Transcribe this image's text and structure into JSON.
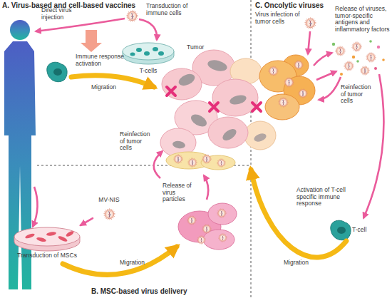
{
  "diagram": {
    "nodes": [
      {
        "text": [
          "T-cells"
        ]
      },
      {
        "text": [
          "Tumor"
        ]
      },
      {
        "text": [
          "MV-NIS"
        ]
      },
      {
        "text": [
          "Transduction of MSCs"
        ]
      },
      {
        "text": [
          "T-cell"
        ]
      }
    ],
    "edges": [
      {
        "from": 2,
        "to": 3,
        "arrow": "to"
      },
      {
        "from": 4,
        "to": 1,
        "label": "Migration",
        "arrow": "to"
      }
    ],
    "labels": [
      "A. Virus-based and cell-based vaccines",
      "Direct virus injection",
      "Transduction of immune cells",
      "Immune response activation",
      "Migration",
      "Reinfection of tumor cells",
      "Release of virus particles",
      "Migration",
      "B. MSC-based virus delivery",
      "C. Oncolytic viruses",
      "Virus infection of tumor cells",
      "Release of viruses, tumor-specific antigens and inflammatory factors",
      "Reinfection of tumor cells",
      "Activation of T-cell specific immune response"
    ]
  }
}
